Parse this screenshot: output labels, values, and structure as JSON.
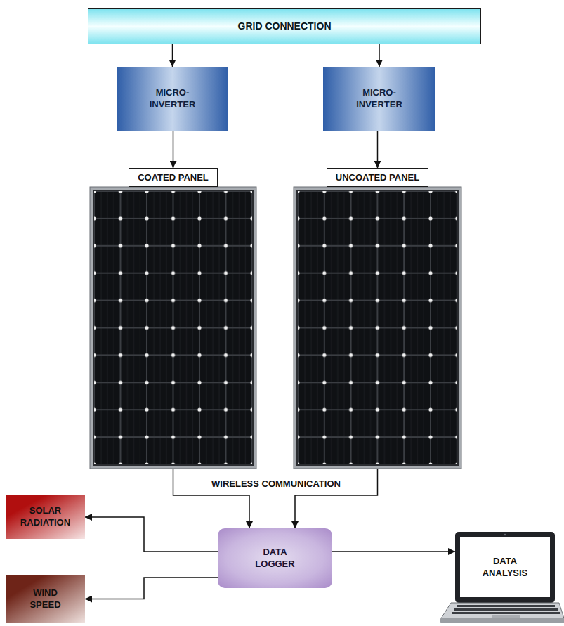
{
  "diagram": {
    "nodes": [
      {
        "text": [
          "GRID CONNECTION"
        ]
      },
      {
        "text": [
          "MICRO- INVERTER"
        ]
      },
      {
        "text": [
          "MICRO- INVERTER"
        ]
      },
      {
        "text": [
          "COATED PANEL"
        ]
      },
      {
        "text": [
          "UNCOATED PANEL"
        ]
      },
      {
        "text": [
          "SOLAR RADIATION"
        ]
      },
      {
        "text": [
          "DATA LOGGER"
        ]
      },
      {
        "text": [
          "WIND SPEED"
        ]
      },
      {
        "text": [
          "DATA ANALYSIS"
        ]
      }
    ],
    "edges": [
      {
        "from": 0,
        "to": 1,
        "arrow": "to"
      },
      {
        "from": 0,
        "to": 2,
        "arrow": "to"
      },
      {
        "from": 1,
        "to": 3,
        "arrow": "to"
      },
      {
        "from": 2,
        "to": 4,
        "arrow": "to"
      },
      {
        "from": 3,
        "to": 6,
        "arrow": "to",
        "label": "WIRELESS COMMUNICATION"
      },
      {
        "from": 4,
        "to": 6,
        "arrow": "to"
      },
      {
        "from": 6,
        "to": 5,
        "arrow": "to"
      },
      {
        "from": 6,
        "to": 7,
        "arrow": "to"
      },
      {
        "from": 6,
        "to": 8,
        "arrow": "to"
      }
    ]
  }
}
